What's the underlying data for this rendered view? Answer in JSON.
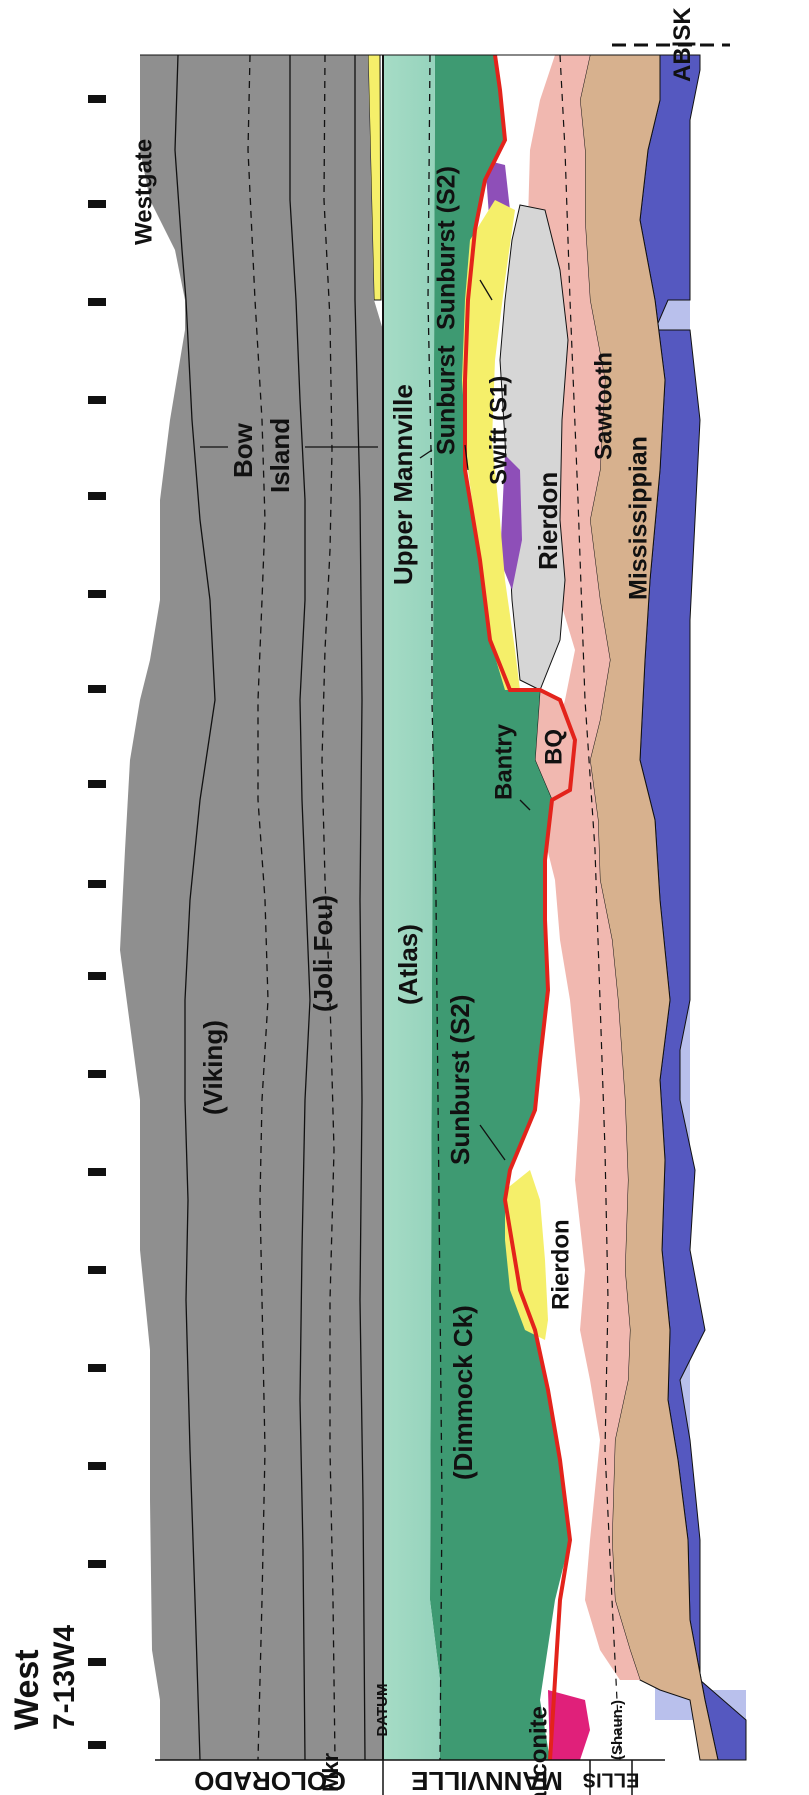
{
  "title": {
    "line1": "West",
    "line2": "7-13W4"
  },
  "boundary_label": "AB|SK",
  "group_labels": {
    "colorado": "COLORADO",
    "mannville": "MANNVILLE",
    "ellis": "ELLIS"
  },
  "datum_label": "DATUM",
  "formation_labels": {
    "westgate": "Westgate",
    "viking": "(Viking)",
    "bow": "Bow",
    "island": "Island",
    "joli_fou": "(Joli Fou)",
    "mkr": "Mkr",
    "upper_mannville": "Upper Mannville",
    "atlas": "(Atlas)",
    "dimmock_ck": "(Dimmock Ck)",
    "glauconite": "Glauconite",
    "sunburst_s2_left": "Sunburst (S2)",
    "sunburst_s2_right": "Sunburst (S2)",
    "sunburst_mid": "Sunburst",
    "bantry": "Bantry",
    "bq": "BQ",
    "swift_s1": "Swift (S1)",
    "rierdon_left": "Rierdon",
    "rierdon_right": "Rierdon",
    "sawtooth": "Sawtooth",
    "mississippian": "Mississippian",
    "shaun": "(Shaun.)"
  },
  "colors": {
    "colorado": "#8f8f8f",
    "upper_mannville": "#9fd8c2",
    "lower_mannville": "#3e9a72",
    "sunburst_sand": "#f5ef6a",
    "red_unconformity": "#e3231b",
    "glauconite": "#e0207a",
    "swift": "#d6d6d6",
    "swift_purple": "#8e4fb8",
    "pink": "#f1b8b0",
    "rierdon": "#d7b18e",
    "sawtooth": "#5558c0",
    "mississippian": "#b9c0ec",
    "shaun": "#a7aee5"
  }
}
